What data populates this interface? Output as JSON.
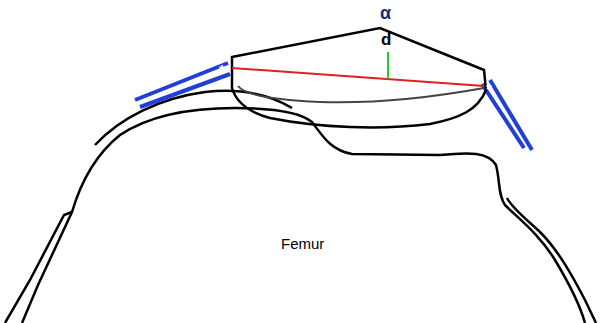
{
  "diagram": {
    "labels": [
      "α",
      "d",
      "*",
      "*",
      "Femur"
    ]
  }
}
